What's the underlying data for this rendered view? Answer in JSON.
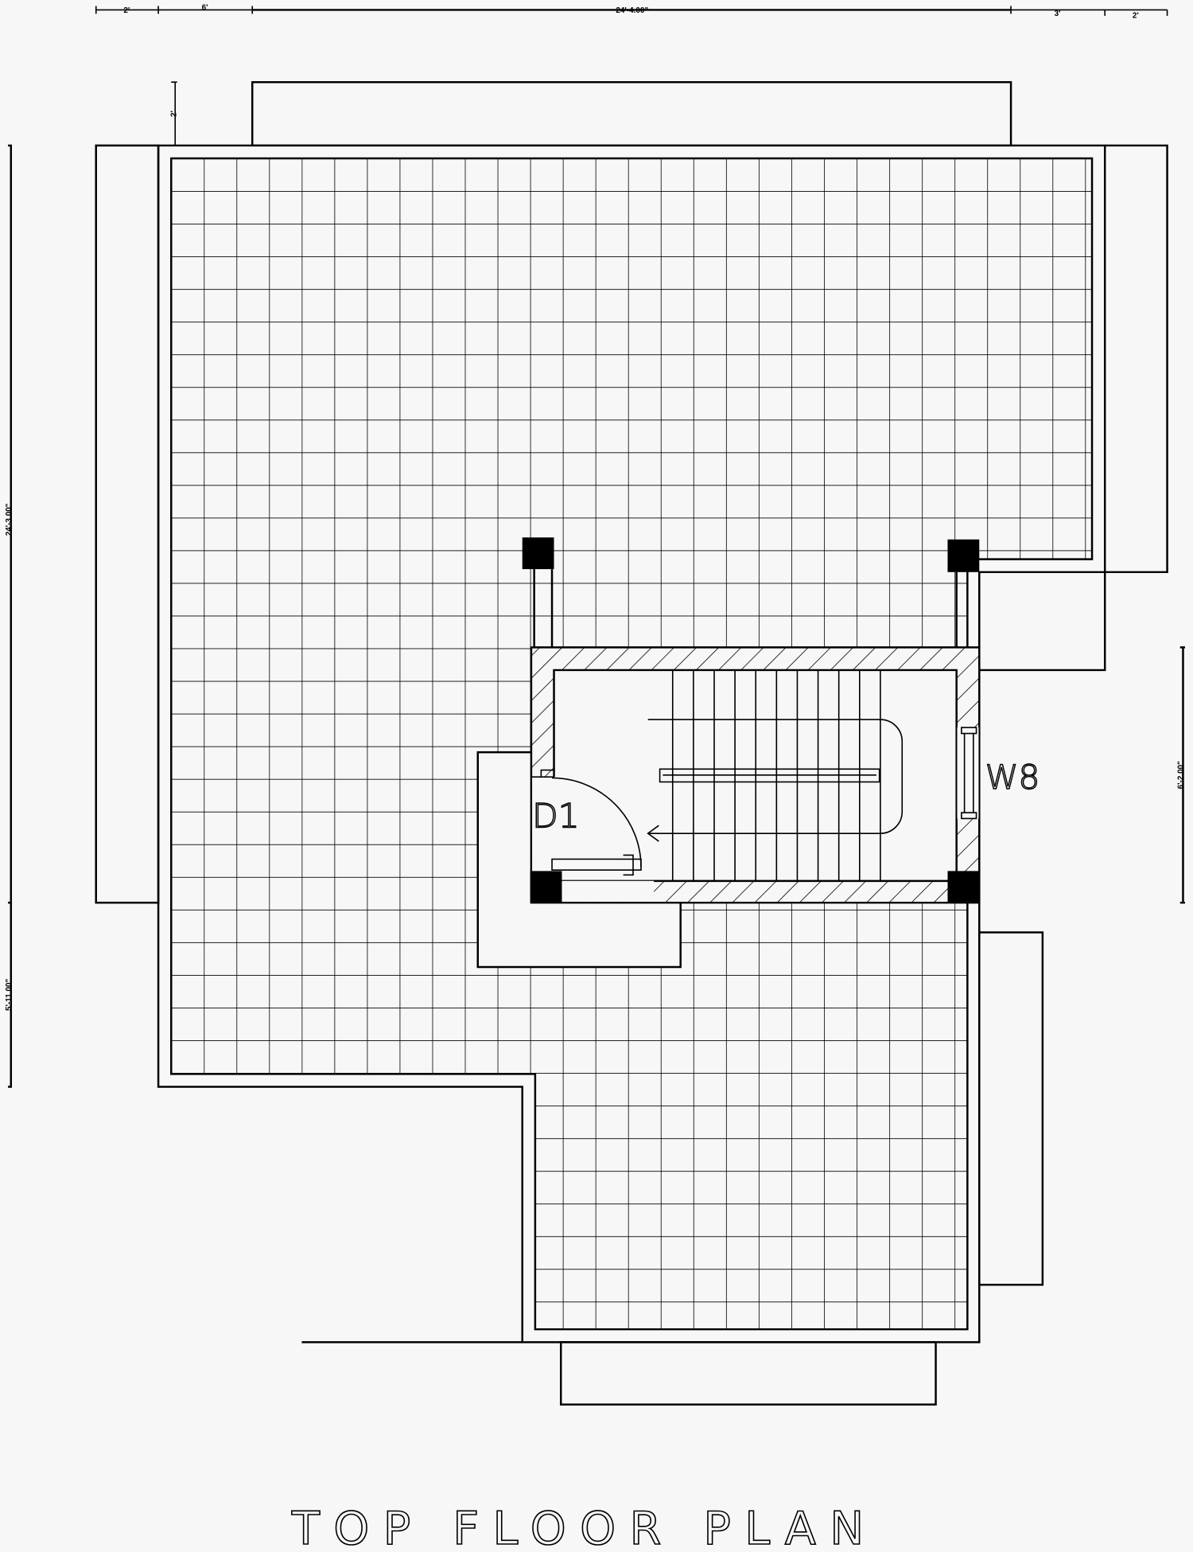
{
  "drawing": {
    "title": "TOP FLOOR PLAN",
    "labels": {
      "door": "D1",
      "window": "W8"
    },
    "dimensions": {
      "top": [
        "2'",
        "6'",
        "24'-4.00\"",
        "3'",
        "2'"
      ],
      "left_top_offset": "2'",
      "left": [
        "24'-3.00\"",
        "5'-11.00\""
      ],
      "right": "6'-2.00\""
    }
  }
}
